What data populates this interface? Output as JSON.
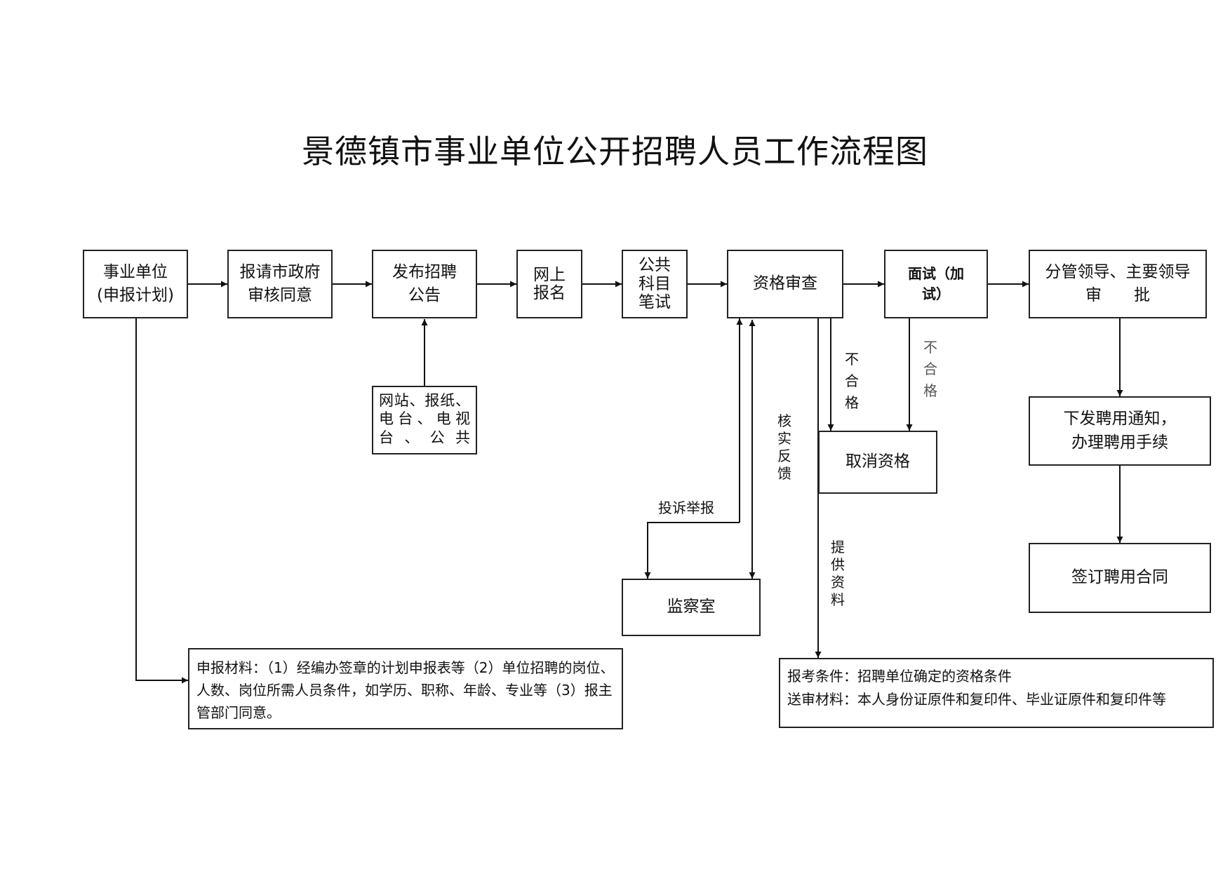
{
  "title": "景德镇市事业单位公开招聘人员工作流程图",
  "nodes": {
    "plan": [
      "事业单位",
      "(申报计划)"
    ],
    "approve": [
      "报请市政府",
      "审核同意"
    ],
    "publish": [
      "发布招聘",
      "公告"
    ],
    "register": [
      "网上",
      "报名"
    ],
    "exam": [
      "公共",
      "科目",
      "笔试"
    ],
    "review": "资格审查",
    "interview": [
      "面试（加",
      "试）"
    ],
    "leader": [
      "分管领导、主要领导",
      "审　　批"
    ],
    "media": "网站、报纸、电台、电视台、公共",
    "cancel": "取消资格",
    "notice": [
      "下发聘用通知，",
      "办理聘用手续"
    ],
    "contract": "签订聘用合同",
    "supervision": "监察室"
  },
  "notes": {
    "materials": "申报材料：（1）经编办签章的计划申报表等（2）单位招聘的岗位、人数、岗位所需人员条件，如学历、职称、年龄、专业等（3）报主管部门同意。",
    "conditions": "报考条件：招聘单位确定的资格条件",
    "documents": "送审材料：本人身份证原件和复印件、毕业证原件和复印件等"
  },
  "edge_labels": {
    "complaint": "投诉举报",
    "feedback": "核实反馈",
    "fail_review": "不合格",
    "fail_interview": "不合格",
    "provide": "提供资料"
  }
}
